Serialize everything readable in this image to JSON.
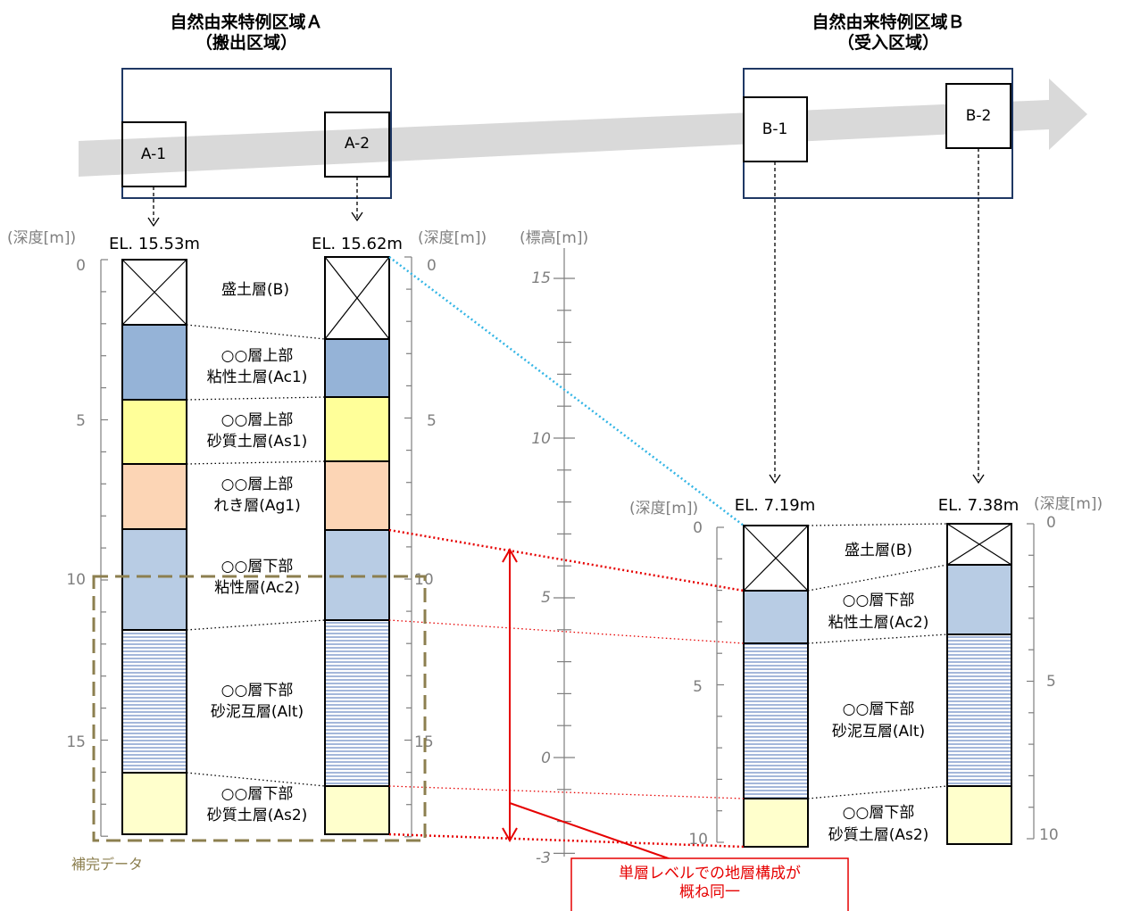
{
  "region_a": {
    "title": "自然由来特例区域Ａ",
    "subtitle": "（搬出区域）"
  },
  "region_b": {
    "title": "自然由来特例区域Ｂ",
    "subtitle": "（受入区域）"
  },
  "points": {
    "a1": "A-1",
    "a2": "A-2",
    "b1": "B-1",
    "b2": "B-2"
  },
  "elevations": {
    "a1": "EL. 15.53m",
    "a2": "EL. 15.62m",
    "b1": "EL. 7.19m",
    "b2": "EL. 7.38m"
  },
  "axis_labels": {
    "depth": "(深度[m])",
    "elevation": "(標高[m])"
  },
  "depth_ticks_a1": [
    "0",
    "5",
    "10",
    "15"
  ],
  "depth_ticks_a2": [
    "0",
    "5",
    "10",
    "15"
  ],
  "depth_ticks_b1": [
    "0",
    "5",
    "10"
  ],
  "depth_ticks_b2": [
    "0",
    "5",
    "10"
  ],
  "elevation_ticks": [
    "15",
    "10",
    "5",
    "0",
    "-3"
  ],
  "layers_a": {
    "fill": "盛土層(B)",
    "ac1_1": "○○層上部",
    "ac1_2": "粘性土層(Ac1)",
    "as1_1": "○○層上部",
    "as1_2": "砂質土層(As1)",
    "ag1_1": "○○層上部",
    "ag1_2": "れき層(Ag1)",
    "ac2_1": "○○層下部",
    "ac2_2": "粘性層(Ac2)",
    "alt_1": "○○層下部",
    "alt_2": "砂泥互層(Alt)",
    "as2_1": "○○層下部",
    "as2_2": "砂質土層(As2)"
  },
  "layers_b": {
    "fill": "盛土層(B)",
    "ac2_1": "○○層下部",
    "ac2_2": "粘性土層(Ac2)",
    "alt_1": "○○層下部",
    "alt_2": "砂泥互層(Alt)",
    "as2_1": "○○層下部",
    "as2_2": "砂質土層(As2)"
  },
  "supplement_label": "補完データ",
  "callout": {
    "line1": "単層レベルでの地層構成が",
    "line2": "概ね同一"
  },
  "colors": {
    "fill_layer": "#ffffff",
    "ac1": "#95b3d7",
    "as1": "#ffff99",
    "ag1": "#fcd5b5",
    "ac2": "#b8cce4",
    "alt": "#1f4e9e",
    "as2": "#ffffcc",
    "arrow": "#d9d9d9",
    "region_border": "#1f3864",
    "correlation": "#e60000",
    "cyan": "#33b5e5",
    "olive": "#8c7f4f"
  }
}
